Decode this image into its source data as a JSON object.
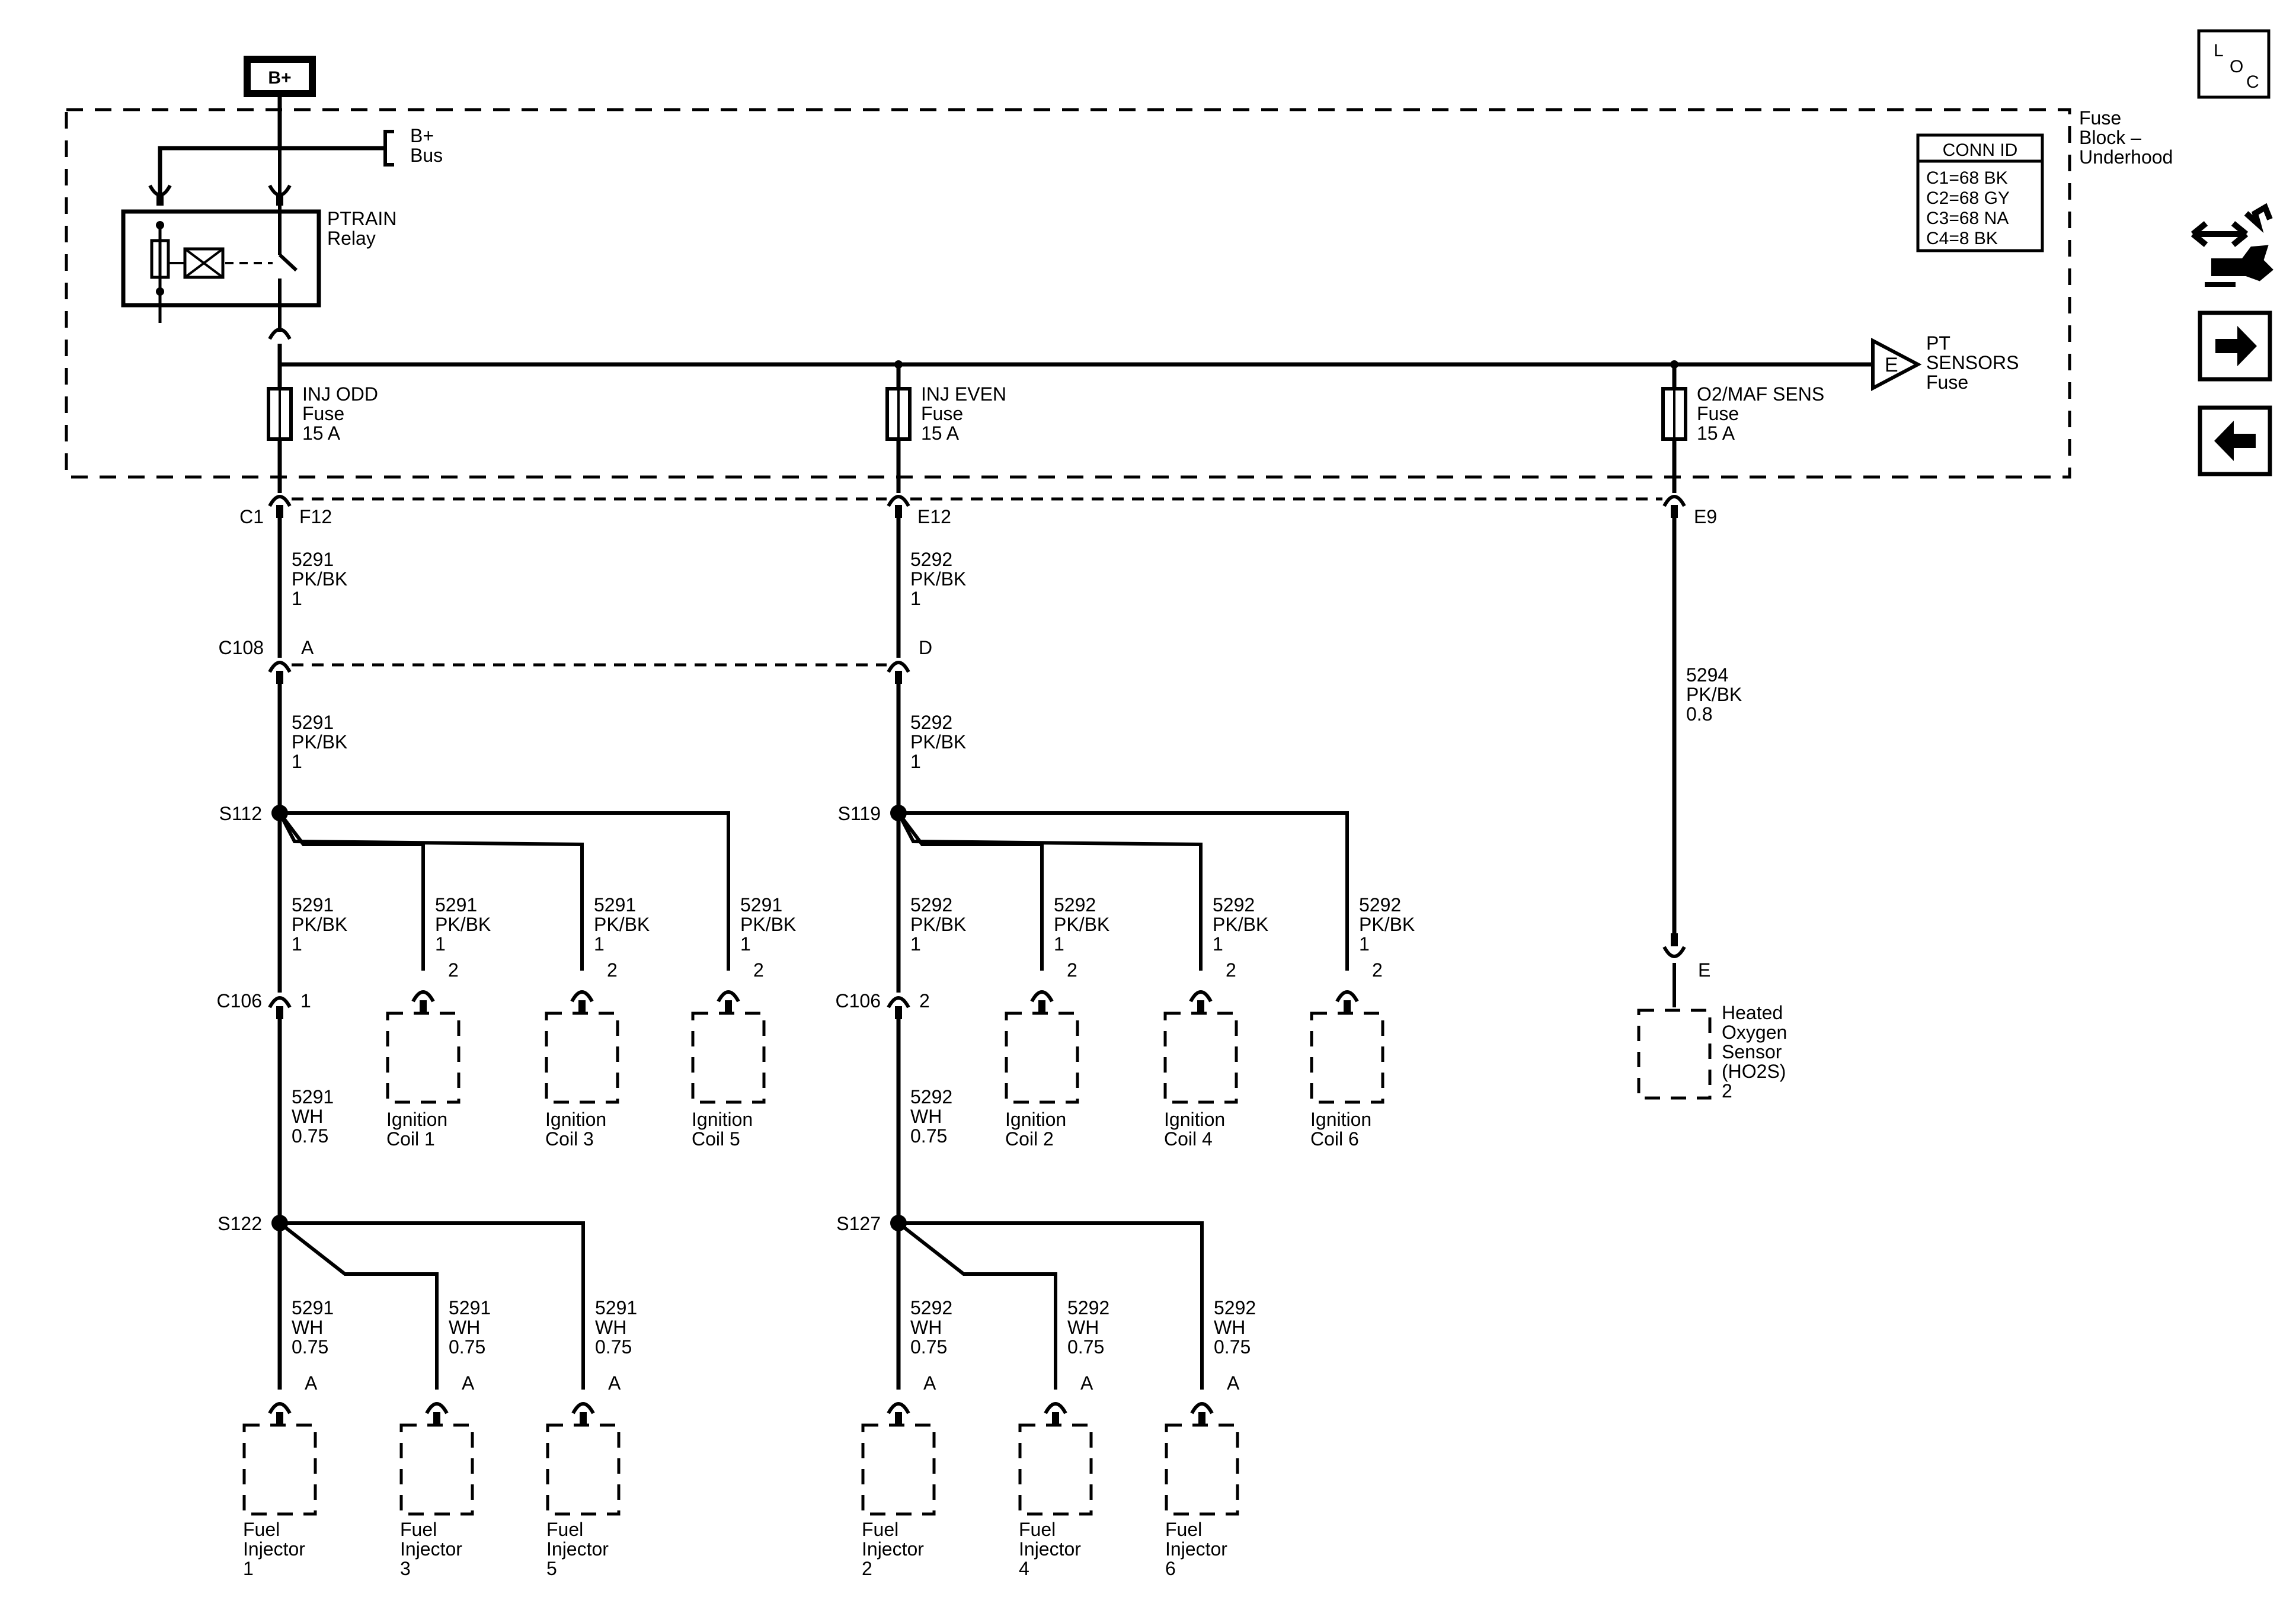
{
  "source": {
    "label": "B+"
  },
  "fuse_block": {
    "title_lines": [
      "Fuse",
      "Block –",
      "Underhood"
    ],
    "bus_lines": [
      "B+",
      "Bus"
    ],
    "relay_lines": [
      "PTRAIN",
      "Relay"
    ],
    "conn_id": {
      "header": "CONN ID",
      "rows": [
        "C1=68 BK",
        "C2=68 GY",
        "C3=68 NA",
        "C4=8 BK"
      ]
    },
    "fuses": [
      {
        "lines": [
          "INJ ODD",
          "Fuse",
          "15 A"
        ]
      },
      {
        "lines": [
          "INJ EVEN",
          "Fuse",
          "15 A"
        ]
      },
      {
        "lines": [
          "O2/MAF SENS",
          "Fuse",
          "15 A"
        ]
      }
    ],
    "offpage": {
      "letter": "E",
      "lines": [
        "PT",
        "SENSORS",
        "Fuse"
      ]
    }
  },
  "connectors": {
    "c1": {
      "name": "C1",
      "pins": [
        "F12",
        "E12",
        "E9"
      ]
    },
    "c108": {
      "name": "C108",
      "pins": [
        "A",
        "D"
      ]
    },
    "c106_odd": {
      "name": "C106",
      "pin": "1"
    },
    "c106_even": {
      "name": "C106",
      "pin": "2"
    },
    "ho2s_pin": "E"
  },
  "splices": {
    "s112": "S112",
    "s119": "S119",
    "s122": "S122",
    "s127": "S127"
  },
  "wires": {
    "odd_pk": [
      "5291",
      "PK/BK",
      "1"
    ],
    "even_pk": [
      "5292",
      "PK/BK",
      "1"
    ],
    "odd_wh": [
      "5291",
      "WH",
      "0.75"
    ],
    "even_wh": [
      "5292",
      "WH",
      "0.75"
    ],
    "sensor": [
      "5294",
      "PK/BK",
      "0.8"
    ]
  },
  "coil_pin": "2",
  "injector_pin": "A",
  "ignition_coils": [
    {
      "lines": [
        "Ignition",
        "Coil 1"
      ]
    },
    {
      "lines": [
        "Ignition",
        "Coil 3"
      ]
    },
    {
      "lines": [
        "Ignition",
        "Coil 5"
      ]
    },
    {
      "lines": [
        "Ignition",
        "Coil 2"
      ]
    },
    {
      "lines": [
        "Ignition",
        "Coil 4"
      ]
    },
    {
      "lines": [
        "Ignition",
        "Coil 6"
      ]
    }
  ],
  "fuel_injectors": [
    {
      "lines": [
        "Fuel",
        "Injector",
        "1"
      ]
    },
    {
      "lines": [
        "Fuel",
        "Injector",
        "3"
      ]
    },
    {
      "lines": [
        "Fuel",
        "Injector",
        "5"
      ]
    },
    {
      "lines": [
        "Fuel",
        "Injector",
        "2"
      ]
    },
    {
      "lines": [
        "Fuel",
        "Injector",
        "4"
      ]
    },
    {
      "lines": [
        "Fuel",
        "Injector",
        "6"
      ]
    }
  ],
  "sensor_component": {
    "lines": [
      "Heated",
      "Oxygen",
      "Sensor",
      "(HO2S)",
      "2"
    ]
  },
  "loc_button": {
    "letters": [
      "L",
      "O",
      "C"
    ]
  },
  "nav_icons": [
    "wrench-arrows-icon",
    "arrow-right-icon",
    "arrow-left-icon"
  ]
}
